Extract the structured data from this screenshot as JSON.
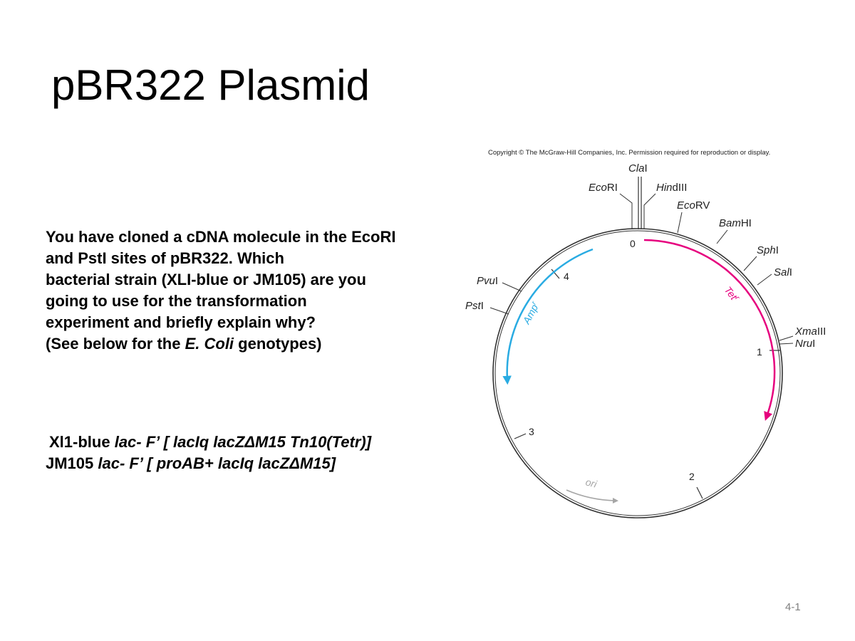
{
  "slide": {
    "title": "pBR322 Plasmid",
    "page_number": "4-1"
  },
  "question": {
    "lines": [
      "You have cloned a cDNA molecule in the EcoRI",
      "and PstI sites of pBR322. Which",
      "bacterial strain (XLI-blue or JM105) are you",
      "going to use for the transformation",
      "experiment and briefly explain why?"
    ],
    "see_below_prefix": "(See below for the ",
    "see_below_organism": "E. Coli",
    "see_below_suffix": "  genotypes)"
  },
  "genotypes": [
    {
      "strain": "Xl1-blue",
      "genotype": "lac- F’ [ lacIq lacZΔM15 Tn10(Tetr)]"
    },
    {
      "strain": "JM105",
      "genotype": "lac- F’ [ proAB+ lacIq lacZΔM15]"
    }
  ],
  "plasmid_map": {
    "copyright": "Copyright © The McGraw-Hill Companies, Inc. Permission required for reproduction or display.",
    "restriction_sites": {
      "clai": {
        "italic": "Cla",
        "plain": "I"
      },
      "ecori": {
        "italic": "Eco",
        "plain": "RI"
      },
      "hindiii": {
        "italic": "Hin",
        "plain": "dIII"
      },
      "ecorv": {
        "italic": "Eco",
        "plain": "RV"
      },
      "bamhi": {
        "italic": "Bam",
        "plain": "HI"
      },
      "sphi": {
        "italic": "Sph",
        "plain": "I"
      },
      "sali": {
        "italic": "Sal",
        "plain": "I"
      },
      "xmaiii": {
        "italic": "Xma",
        "plain": "III"
      },
      "nrui": {
        "italic": "Nru",
        "plain": "I"
      },
      "pvui": {
        "italic": "Pvu",
        "plain": "I"
      },
      "psti": {
        "italic": "Pst",
        "plain": "I"
      }
    },
    "positions": [
      "0",
      "1",
      "2",
      "3",
      "4"
    ],
    "genes": {
      "amp": {
        "name": "Amp",
        "superscript": "r",
        "color": "#29abe2"
      },
      "tet": {
        "name": "Tet",
        "superscript": "r",
        "color": "#e6007e"
      },
      "ori": {
        "name": "ori",
        "color": "#a6a6a6"
      }
    },
    "circle_color": "#333333"
  }
}
